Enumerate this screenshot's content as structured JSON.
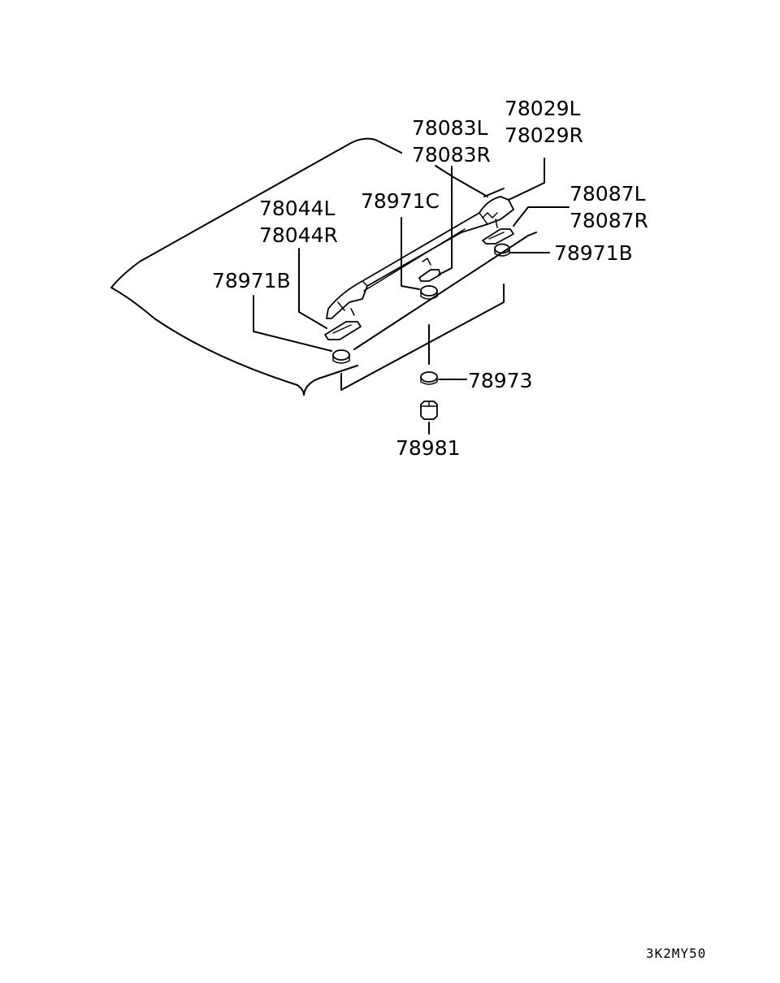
{
  "labels": {
    "p78029L": "78029L",
    "p78029R": "78029R",
    "p78083L": "78083L",
    "p78083R": "78083R",
    "p78087L": "78087L",
    "p78087R": "78087R",
    "p78971C": "78971C",
    "p78044L": "78044L",
    "p78044R": "78044R",
    "p78971B_left": "78971B",
    "p78971B_right": "78971B",
    "p78973": "78973",
    "p78981": "78981"
  },
  "diagram_code": "3K2MY50"
}
